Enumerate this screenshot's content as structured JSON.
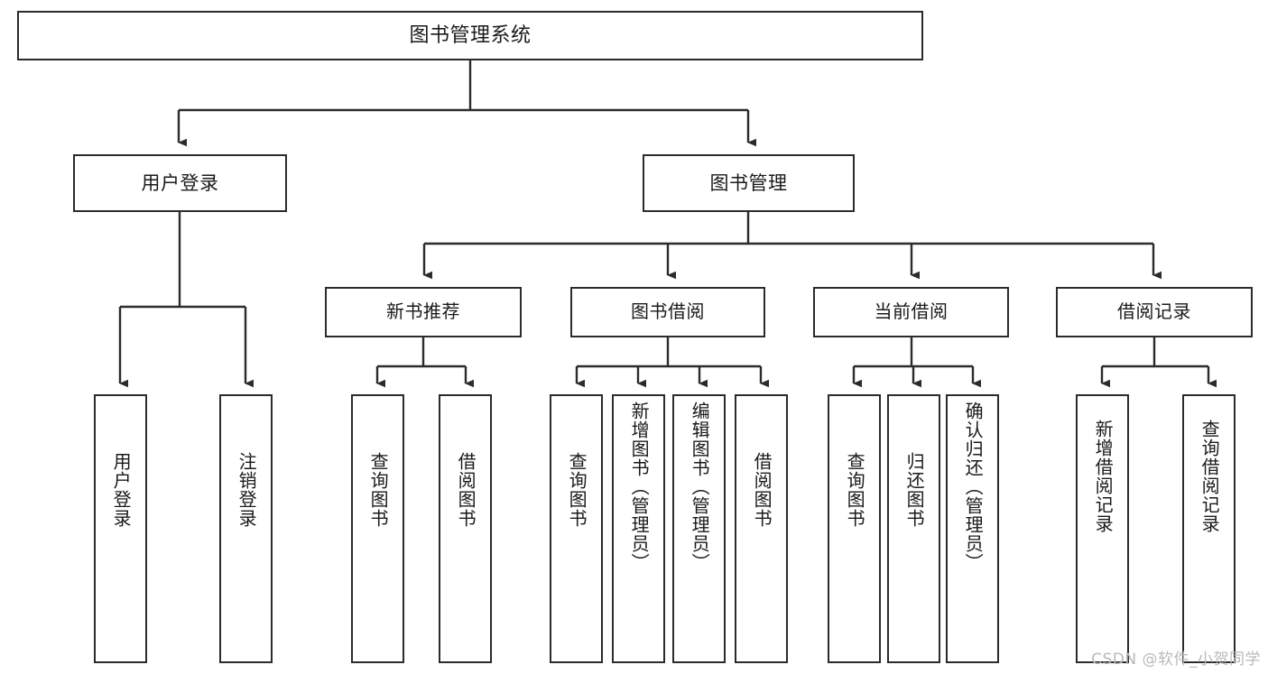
{
  "diagram": {
    "title": "图书管理系统",
    "type": "tree-hierarchy-diagram",
    "colors": {
      "box_border": "#2b2b2b",
      "box_fill": "#ffffff",
      "edge": "#2b2b2b",
      "text": "#1a1a1a",
      "watermark": "#b9b9b9"
    },
    "root": {
      "label": "图书管理系统"
    },
    "level1": [
      {
        "label": "用户登录"
      },
      {
        "label": "图书管理"
      }
    ],
    "level2": [
      {
        "label": "新书推荐"
      },
      {
        "label": "图书借阅"
      },
      {
        "label": "当前借阅"
      },
      {
        "label": "借阅记录"
      }
    ],
    "leaves": {
      "user_login": [
        {
          "label": "用户登录"
        },
        {
          "label": "注销登录"
        }
      ],
      "new_book_recommend": [
        {
          "label": "查询图书"
        },
        {
          "label": "借阅图书"
        }
      ],
      "book_borrow": [
        {
          "label": "查询图书"
        },
        {
          "label": "新增图书（管理员）"
        },
        {
          "label": "编辑图书（管理员）"
        },
        {
          "label": "借阅图书"
        }
      ],
      "current_borrow": [
        {
          "label": "查询图书"
        },
        {
          "label": "归还图书"
        },
        {
          "label": "确认归还（管理员）"
        }
      ],
      "borrow_record": [
        {
          "label": "新增借阅记录"
        },
        {
          "label": "查询借阅记录"
        }
      ]
    }
  },
  "watermark": {
    "text": "CSDN @软件_小贺同学"
  }
}
